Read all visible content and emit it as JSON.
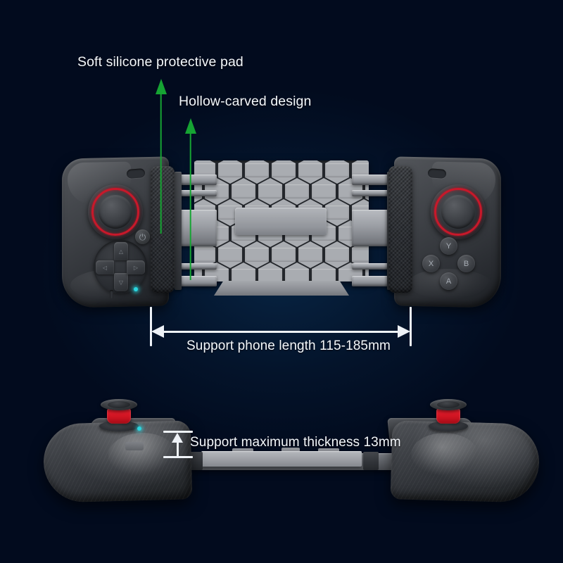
{
  "page": {
    "kind": "product-infographic",
    "subject": "telescopic mobile game controller",
    "background_color": "#021326"
  },
  "annotations": [
    {
      "id": "soft-pad",
      "text": "Soft silicone protective pad",
      "arrow": "green-up"
    },
    {
      "id": "hollow",
      "text": "Hollow-carved design",
      "arrow": "green-up"
    },
    {
      "id": "length",
      "text": "Support phone length 115-185mm",
      "arrow": "white-double-horizontal"
    },
    {
      "id": "thickness",
      "text": "Support maximum thickness 13mm",
      "arrow": "white-vertical-ibeam"
    }
  ],
  "specs": {
    "phone_length_min_mm": 115,
    "phone_length_max_mm": 185,
    "phone_length_label": "115-185mm",
    "max_thickness_mm": 13,
    "max_thickness_label": "13mm"
  },
  "colors": {
    "callout_arrow_green": "#16a433",
    "dimension_white": "#eef2f7",
    "stick_ring_red": "#c8182a",
    "led_cyan": "#2ad6e0",
    "body_dark_gray": "#34373c",
    "rail_light_gray": "#a9acb1",
    "background_navy": "#021326"
  },
  "top_view": {
    "name": "top-view-extended",
    "left_grip": {
      "analog_stick": "left-analog-stick",
      "power_button_icon": "⏻",
      "dpad": {
        "up": "△",
        "down": "▽",
        "left": "◁",
        "right": "▷"
      },
      "led": "status-led",
      "silicone_pad": "soft-silicone-protective-pad"
    },
    "right_grip": {
      "analog_stick": "right-analog-stick",
      "face_buttons": [
        "Y",
        "X",
        "B",
        "A"
      ],
      "silicone_pad": "soft-silicone-protective-pad"
    },
    "center": {
      "part": "hollow-carved-honeycomb-bracket",
      "pattern": "hexagon"
    }
  },
  "side_view": {
    "name": "side-profile-view",
    "left_grip": "left-grip-profile",
    "right_grip": "right-grip-profile",
    "bridge": "telescoping-bridge-bar",
    "stick_collar_color": "#c8121f"
  }
}
